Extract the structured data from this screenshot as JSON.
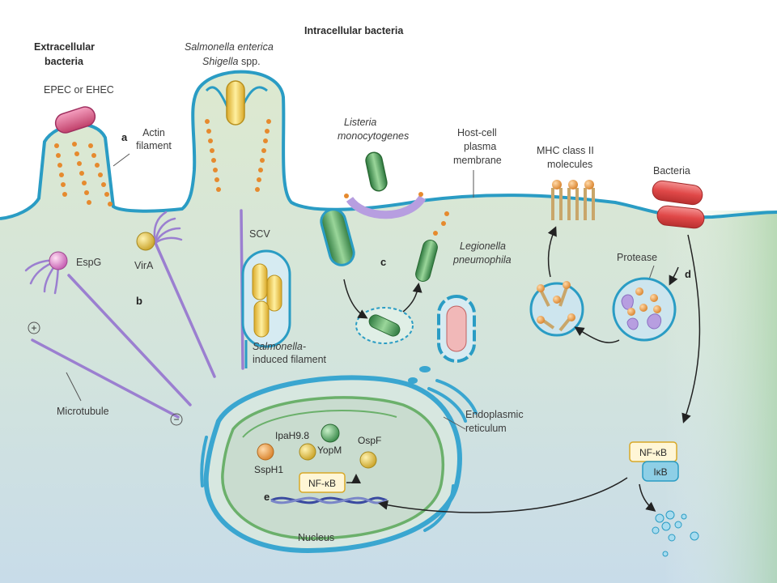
{
  "colors": {
    "cytoplasm_top": "#d9e7cf",
    "cytoplasm_bottom": "#cfe0ea",
    "membrane": "#2a9cc4",
    "actin": "#e68a2e",
    "microtubule": "#9b7fd0",
    "green_bacterium": "#3a8a4a",
    "yellow_bacterium": "#e8c24a",
    "red_bacterium": "#e04848",
    "pink_bacterium": "#d8587a",
    "nucleus_outline": "#6bb06b",
    "er": "#3aa6d0"
  },
  "headings": {
    "extracellular_line1": "Extracellular",
    "extracellular_line2": "bacteria",
    "intracellular": "Intracellular bacteria"
  },
  "labels": {
    "epec": "EPEC or EHEC",
    "salmonella_enterica": "Salmonella enterica",
    "shigella_italic": "Shigella",
    "shigella_rest": " spp.",
    "actin_line1": "Actin",
    "actin_line2": "filament",
    "listeria_line1": "Listeria",
    "listeria_line2": "monocytogenes",
    "hostcell_line1": "Host-cell",
    "hostcell_line2": "plasma",
    "hostcell_line3": "membrane",
    "mhc_line1": "MHC class II",
    "mhc_line2": "molecules",
    "bacteria": "Bacteria",
    "espg": "EspG",
    "vira": "VirA",
    "scv": "SCV",
    "legionella_line1": "Legionella",
    "legionella_line2": "pneumophila",
    "protease": "Protease",
    "salm_filament_line1": "Salmonella-",
    "salm_filament_line2": "induced filament",
    "microtubule": "Microtubule",
    "plus": "+",
    "minus": "−",
    "er_line1": "Endoplasmic",
    "er_line2": "reticulum",
    "ipah": "IpaH9.8",
    "yopm": "YopM",
    "ospf": "OspF",
    "ssph1": "SspH1",
    "nfkb_nucleus": "NF-κB",
    "nfkb_cyto": "NF-κB",
    "ikb": "IκB",
    "nucleus": "Nucleus"
  },
  "panels": {
    "a": "a",
    "b": "b",
    "c": "c",
    "d": "d",
    "e": "e"
  }
}
